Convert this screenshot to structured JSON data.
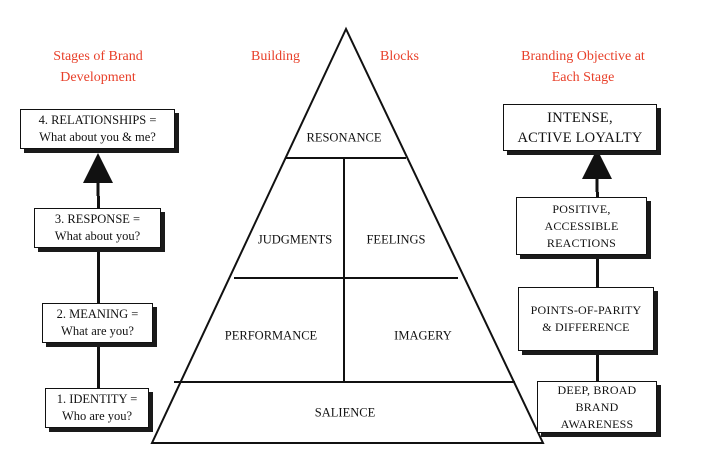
{
  "headings": {
    "left": [
      "Stages of Brand",
      "Development"
    ],
    "building": "Building",
    "blocks": "Blocks",
    "right": [
      "Branding Objective at",
      "Each Stage"
    ]
  },
  "stages": [
    {
      "lines": [
        "4.  RELATIONSHIPS =",
        "What about you & me?"
      ]
    },
    {
      "lines": [
        "3.  RESPONSE =",
        "What about you?"
      ]
    },
    {
      "lines": [
        "2.  MEANING =",
        "What are you?"
      ]
    },
    {
      "lines": [
        "1.  IDENTITY =",
        "Who are you?"
      ]
    }
  ],
  "objectives": [
    {
      "lines": [
        "INTENSE,",
        "ACTIVE LOYALTY"
      ]
    },
    {
      "lines": [
        "POSITIVE,",
        "ACCESSIBLE",
        "REACTIONS"
      ]
    },
    {
      "lines": [
        "POINTS-OF-PARITY",
        "& DIFFERENCE"
      ]
    },
    {
      "lines": [
        "DEEP, BROAD",
        "BRAND",
        "AWARENESS"
      ]
    }
  ],
  "pyramid": {
    "resonance": "RESONANCE",
    "judgments": "JUDGMENTS",
    "feelings": "FEELINGS",
    "performance": "PERFORMANCE",
    "imagery": "IMAGERY",
    "salience": "SALIENCE"
  }
}
